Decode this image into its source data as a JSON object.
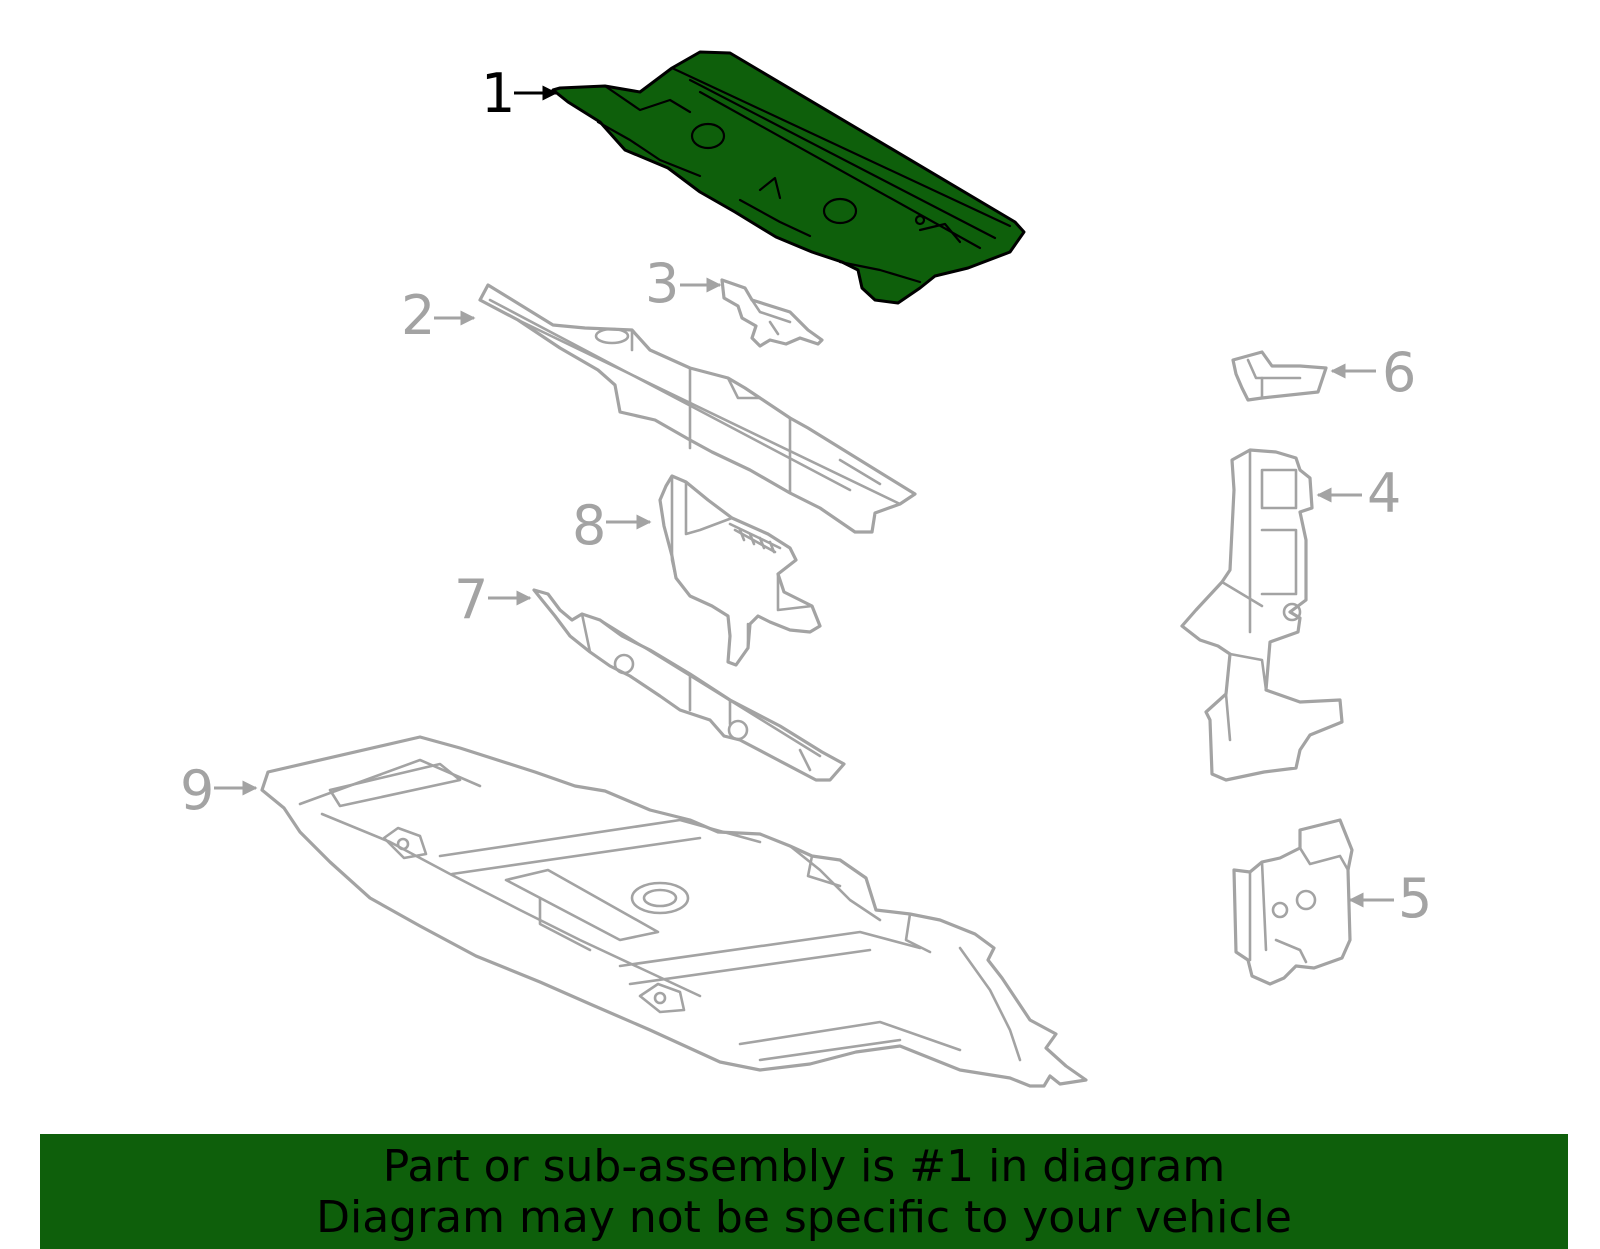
{
  "colors": {
    "highlight_fill": "#0e5f0b",
    "highlight_outline": "#000000",
    "part_outline": "#a3a3a3",
    "banner_bg": "#0e5f0b",
    "banner_text": "#000000"
  },
  "callouts": [
    {
      "id": "1",
      "label": "1",
      "highlighted": true
    },
    {
      "id": "2",
      "label": "2",
      "highlighted": false
    },
    {
      "id": "3",
      "label": "3",
      "highlighted": false
    },
    {
      "id": "4",
      "label": "4",
      "highlighted": false
    },
    {
      "id": "5",
      "label": "5",
      "highlighted": false
    },
    {
      "id": "6",
      "label": "6",
      "highlighted": false
    },
    {
      "id": "7",
      "label": "7",
      "highlighted": false
    },
    {
      "id": "8",
      "label": "8",
      "highlighted": false
    },
    {
      "id": "9",
      "label": "9",
      "highlighted": false
    }
  ],
  "banner": {
    "line1": "Part or sub-assembly is #1 in diagram",
    "line2": "Diagram may not be specific to your vehicle"
  }
}
